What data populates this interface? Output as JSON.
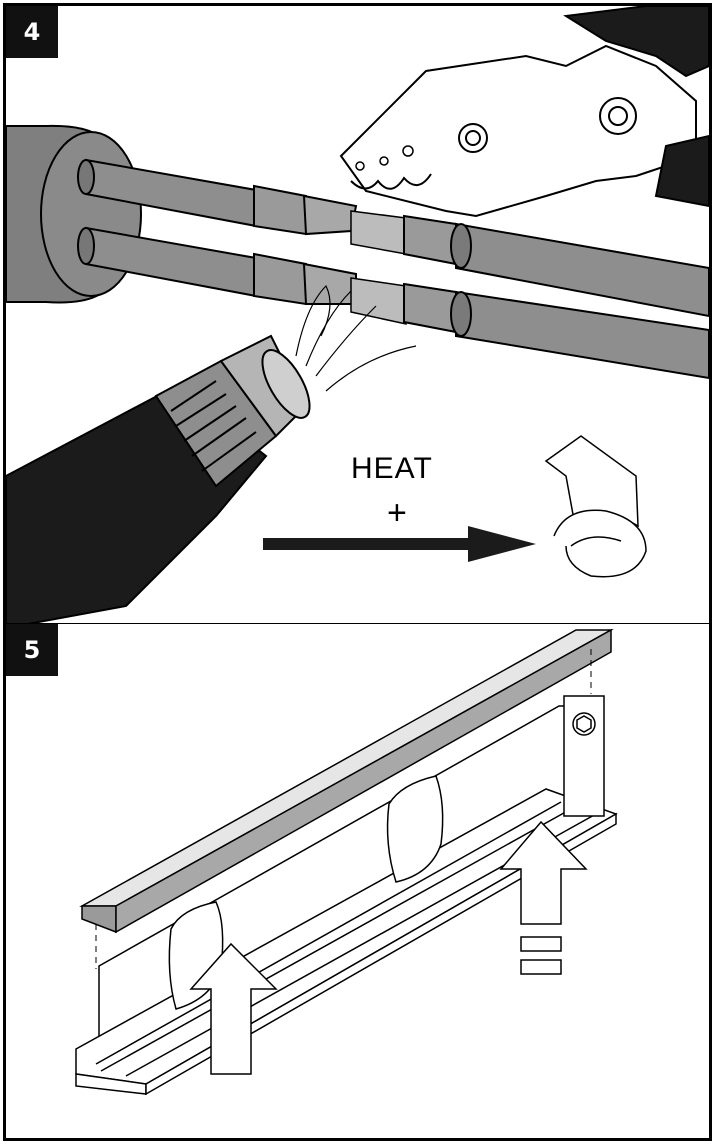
{
  "steps": [
    {
      "number": "4",
      "label": "HEAT",
      "symbol": "+"
    },
    {
      "number": "5"
    }
  ],
  "colors": {
    "cable": "#8e8e8e",
    "cable_dark": "#6e6e6e",
    "gun": "#1b1b1b",
    "strip": "#b5b5b5",
    "outline": "#000000"
  },
  "icons": [
    "crimping-tool-icon",
    "heat-gun-icon",
    "heat-shrink-sleeve-icon",
    "arrow-right-icon",
    "arrow-up-icon"
  ]
}
